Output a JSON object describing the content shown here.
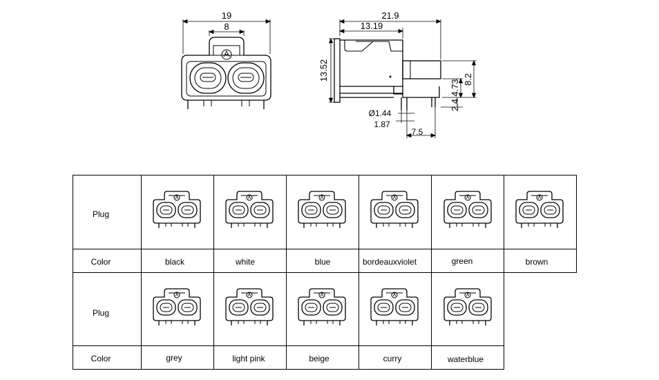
{
  "front_view": {
    "dim_width": "19",
    "dim_latch": "8"
  },
  "side_view": {
    "dim_length": "21.9",
    "dim_body": "13.19",
    "dim_height": "13.52",
    "dim_mount": "8.2",
    "dim_pin_offset": "4.73",
    "dim_pin_length": "2.4",
    "dim_pin_dia": "Ø1.44",
    "dim_hole": "1.87",
    "dim_pin_spacing": "7.5"
  },
  "table": {
    "row_labels": {
      "plug": "Plug",
      "color": "Color"
    },
    "row1_colors": [
      "black",
      "white",
      "blue",
      "bordeauxviolet",
      "green",
      "brown"
    ],
    "row2_colors": [
      "grey",
      "light pink",
      "beige",
      "curry",
      "waterblue"
    ]
  }
}
